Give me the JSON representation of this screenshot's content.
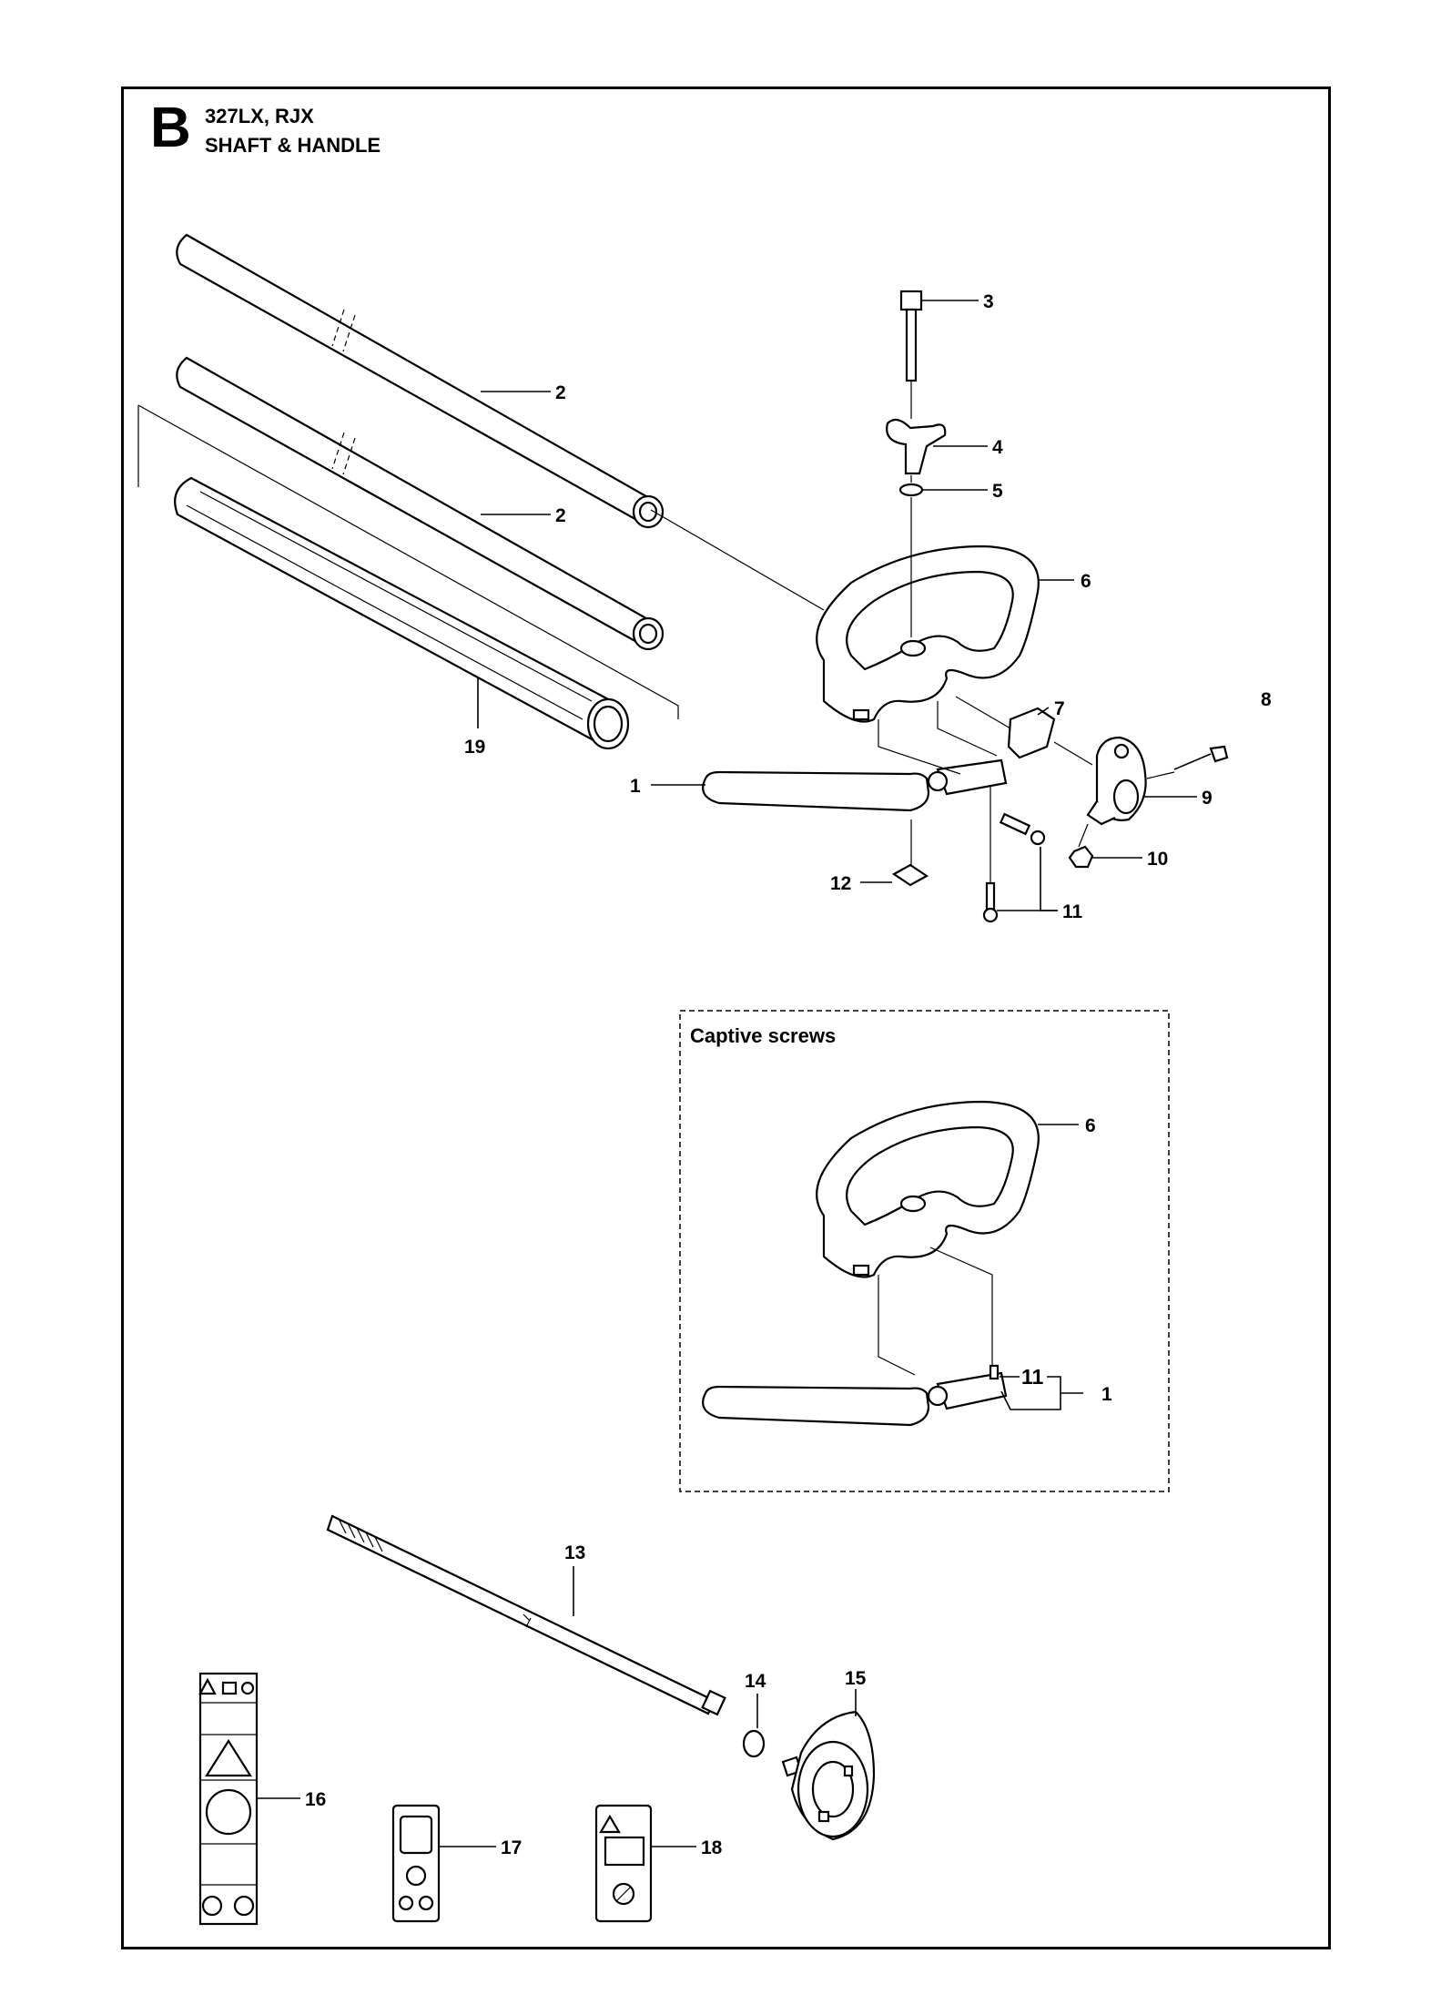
{
  "header": {
    "section_letter": "B",
    "model": "327LX, RJX",
    "title": "SHAFT & HANDLE"
  },
  "inset": {
    "label": "Captive screws"
  },
  "callouts": {
    "c1": "1",
    "c2a": "2",
    "c2b": "2",
    "c3": "3",
    "c4": "4",
    "c5": "5",
    "c6": "6",
    "c7": "7",
    "c8": "8",
    "c9": "9",
    "c10": "10",
    "c11": "11",
    "c12": "12",
    "c13": "13",
    "c14": "14",
    "c15": "15",
    "c16": "16",
    "c17": "17",
    "c18": "18",
    "c19": "19",
    "inset_c6": "6",
    "inset_c11": "11",
    "inset_c1": "1"
  }
}
